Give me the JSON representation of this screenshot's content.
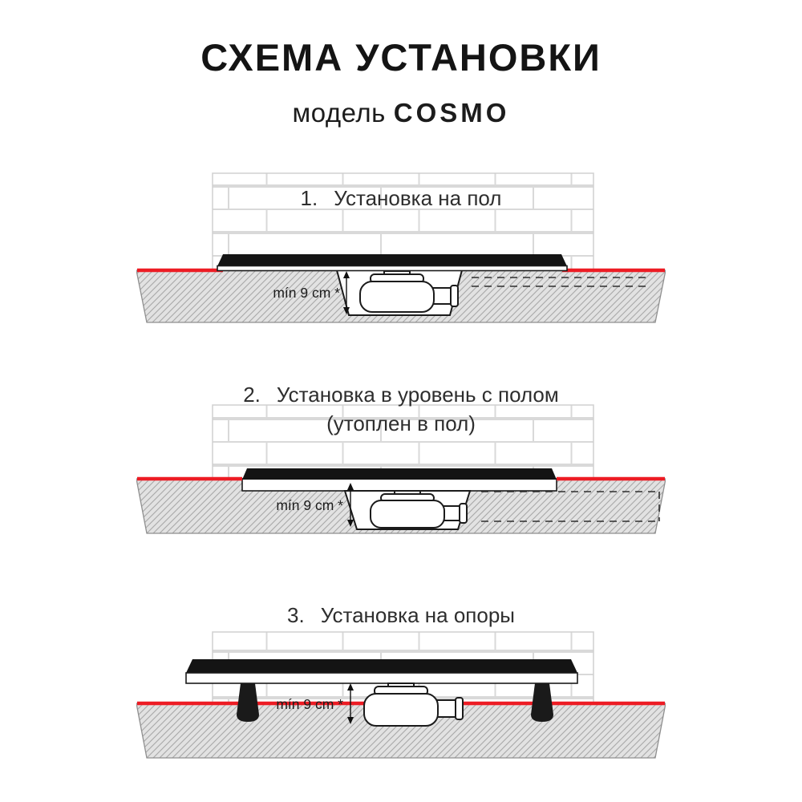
{
  "page": {
    "title": "СХЕМА УСТАНОВКИ",
    "model_prefix": "модель",
    "model_name": "COSMO"
  },
  "sections": [
    {
      "number": "1.",
      "title": "Установка на пол",
      "note": "",
      "min_label": "mín 9 cm *"
    },
    {
      "number": "2.",
      "title": "Установка в уровень с полом",
      "note": "(утоплен в пол)",
      "min_label": "mín 9 cm *"
    },
    {
      "number": "3.",
      "title": "Установка на опоры",
      "note": "",
      "min_label": "mín 9 cm *"
    }
  ],
  "colors": {
    "accent_red": "#ed1c24"
  }
}
